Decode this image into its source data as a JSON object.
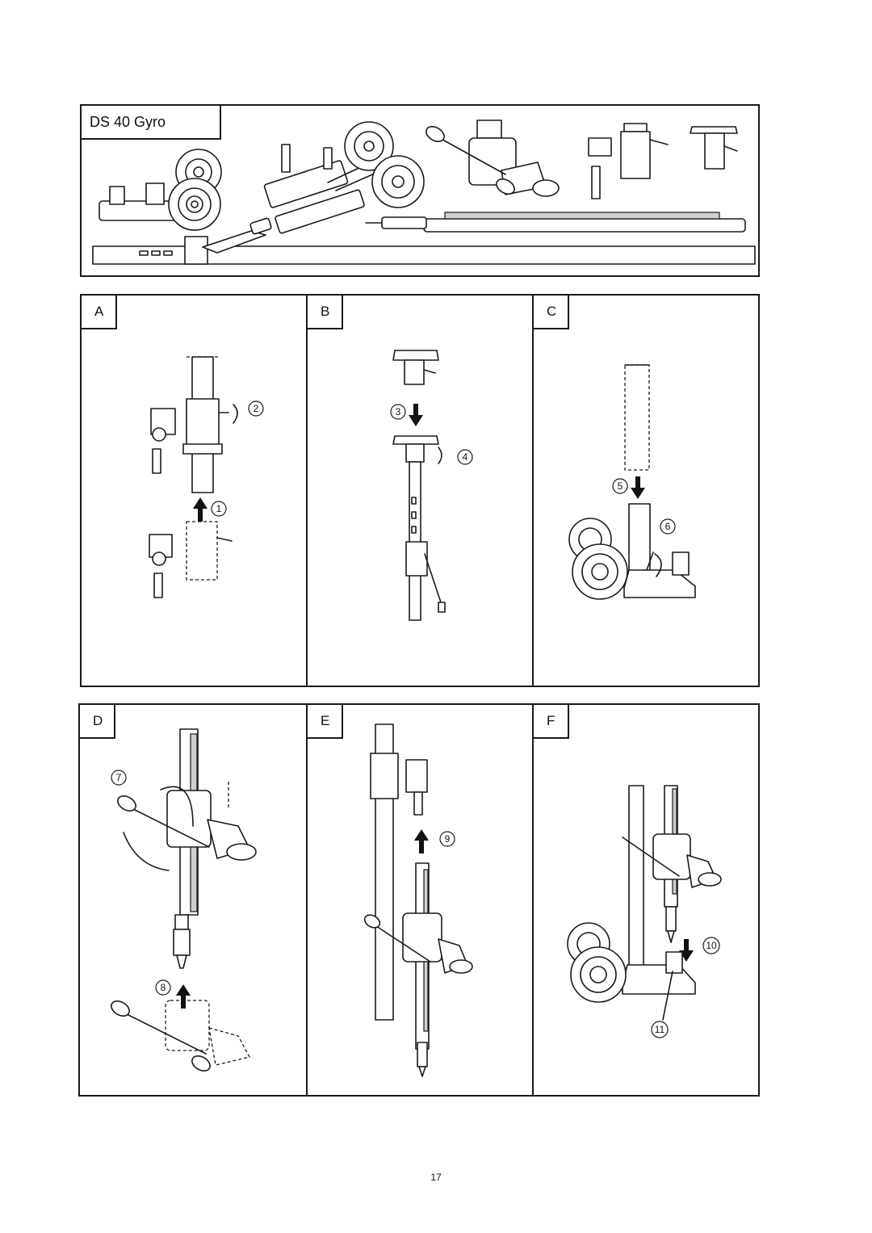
{
  "header": {
    "title": "DS 40 Gyro"
  },
  "panels": [
    {
      "id": "A",
      "label": "A",
      "steps": [
        "1",
        "2"
      ]
    },
    {
      "id": "B",
      "label": "B",
      "steps": [
        "3",
        "4"
      ]
    },
    {
      "id": "C",
      "label": "C",
      "steps": [
        "5",
        "6"
      ]
    },
    {
      "id": "D",
      "label": "D",
      "steps": [
        "7",
        "8"
      ]
    },
    {
      "id": "E",
      "label": "E",
      "steps": [
        "9"
      ]
    },
    {
      "id": "F",
      "label": "F",
      "steps": [
        "10",
        "11"
      ]
    }
  ],
  "footer": {
    "page_number": "17"
  },
  "icons": [
    "wheel-icon",
    "column-icon",
    "drill-carriage-icon",
    "arrow-up-icon",
    "arrow-down-icon",
    "rotate-arrow-icon",
    "step-number-badge"
  ]
}
